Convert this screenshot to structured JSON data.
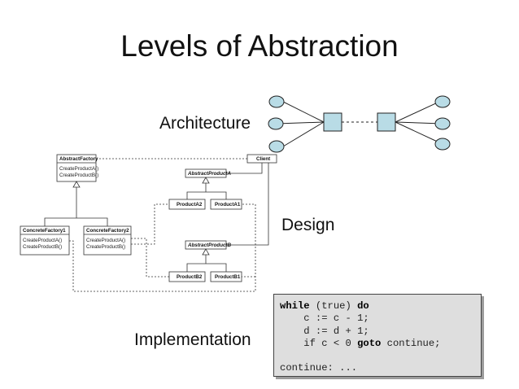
{
  "title": "Levels of Abstraction",
  "labels": {
    "architecture": "Architecture",
    "design": "Design",
    "implementation": "Implementation"
  },
  "uml": {
    "abstract_factory": {
      "name": "AbstractFactory",
      "ops": [
        "CreateProductA()",
        "CreateProductB()"
      ]
    },
    "client": "Client",
    "abstract_product_a": "AbstractProductA",
    "product_a2": "ProductA2",
    "product_a1": "ProductA1",
    "concrete_factory1": {
      "name": "ConcreteFactory1",
      "ops": [
        "CreateProductA()",
        "CreateProductB()"
      ]
    },
    "concrete_factory2": {
      "name": "ConcreteFactory2",
      "ops": [
        "CreateProductA()",
        "CreateProductB()"
      ]
    },
    "abstract_product_b": "AbstractProductB",
    "product_b2": "ProductB2",
    "product_b1": "ProductB1"
  },
  "code": {
    "line1_kw1": "while",
    "line1_mid": " (true) ",
    "line1_kw2": "do",
    "line2": "    c := c - 1;",
    "line3": "    d := d + 1;",
    "line4_pre": "    if c < 0 ",
    "line4_kw": "goto",
    "line4_post": " continue;",
    "line5": "",
    "line6": "continue: ..."
  },
  "colors": {
    "node_fill": "#b9dce6",
    "code_bg": "#dedede"
  }
}
